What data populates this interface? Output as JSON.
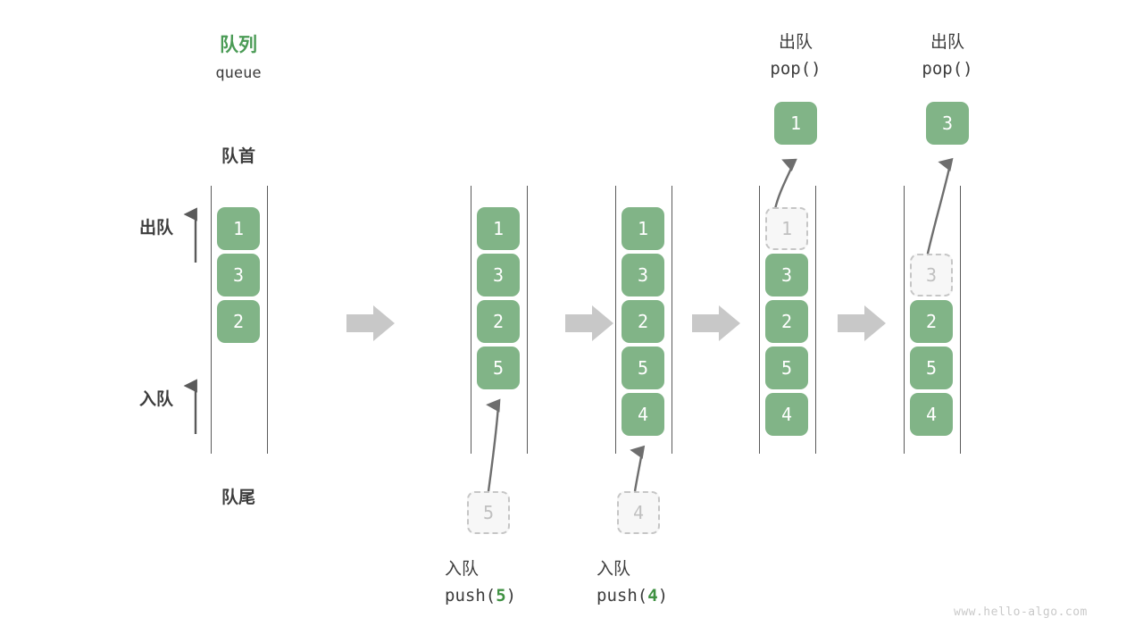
{
  "diagram": {
    "title_cn": "队列",
    "title_en": "queue",
    "front_label": "队首",
    "rear_label": "队尾",
    "dequeue_arrow_label": "出队",
    "enqueue_arrow_label": "入队",
    "watermark": "www.hello-algo.com"
  },
  "colors": {
    "accent_green": "#4a9b55",
    "cell_green": "#81b487",
    "ghost_border": "#c6c6c6",
    "ghost_fill": "#f7f7f7",
    "arrow_gray": "#c8c8c8",
    "curve_gray": "#6e6e6e",
    "rail_gray": "#5a5a5a",
    "text_dark": "#3c3c3c"
  },
  "steps": [
    {
      "id": "initial",
      "op_cn": "",
      "op_code_prefix": "",
      "op_code_num": "",
      "op_code_suffix": "",
      "cells": [
        "1",
        "3",
        "2"
      ],
      "ghost_index": -1,
      "incoming": "",
      "popped": ""
    },
    {
      "id": "push-5",
      "op_cn": "入队",
      "op_code_prefix": "push(",
      "op_code_num": "5",
      "op_code_suffix": ")",
      "cells": [
        "1",
        "3",
        "2",
        "5"
      ],
      "ghost_index": -1,
      "incoming": "5",
      "popped": ""
    },
    {
      "id": "push-4",
      "op_cn": "入队",
      "op_code_prefix": "push(",
      "op_code_num": "4",
      "op_code_suffix": ")",
      "cells": [
        "1",
        "3",
        "2",
        "5",
        "4"
      ],
      "ghost_index": -1,
      "incoming": "4",
      "popped": ""
    },
    {
      "id": "pop-1",
      "op_cn": "出队",
      "op_code_prefix": "pop(",
      "op_code_num": "",
      "op_code_suffix": ")",
      "cells": [
        "1",
        "3",
        "2",
        "5",
        "4"
      ],
      "ghost_index": 0,
      "incoming": "",
      "popped": "1"
    },
    {
      "id": "pop-3",
      "op_cn": "出队",
      "op_code_prefix": "pop(",
      "op_code_num": "",
      "op_code_suffix": ")",
      "cells": [
        "3",
        "2",
        "5",
        "4"
      ],
      "ghost_index": 0,
      "incoming": "",
      "popped": "3"
    }
  ],
  "step_arrows": [
    "step-arrow-1",
    "step-arrow-2",
    "step-arrow-3",
    "step-arrow-4"
  ]
}
